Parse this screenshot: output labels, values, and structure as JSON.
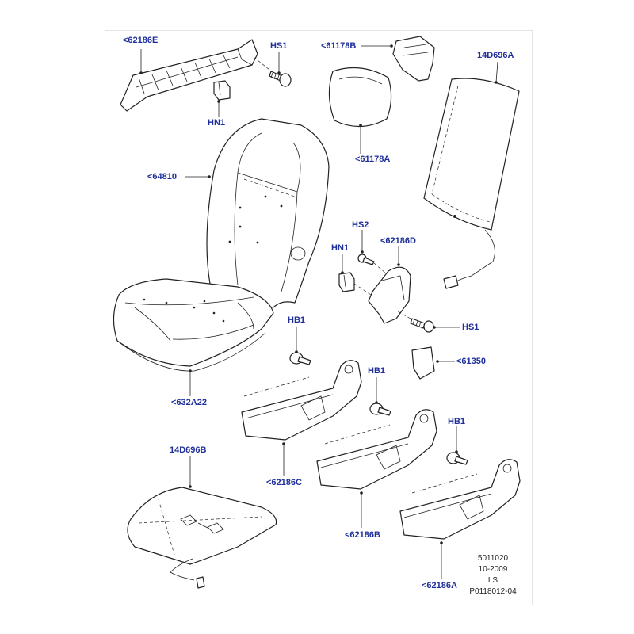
{
  "labels": {
    "l62186E": "<62186E",
    "lHS1a": "HS1",
    "lHN1a": "HN1",
    "l61178B": "<61178B",
    "l61178A": "<61178A",
    "l14D696A": "14D696A",
    "l64810": "<64810",
    "lHS2": "HS2",
    "lHN1b": "HN1",
    "l62186D": "<62186D",
    "lHS1b": "HS1",
    "lHB1a": "HB1",
    "l61350": "<61350",
    "l632A22": "<632A22",
    "lHB1b": "HB1",
    "lHB1c": "HB1",
    "l14D696B": "14D696B",
    "l62186C": "<62186C",
    "l62186B": "<62186B",
    "l62186A": "<62186A"
  },
  "reference": {
    "line1": "5011020",
    "line2": "10-2009",
    "line3": "LS",
    "line4": "P0118012-04"
  },
  "colors": {
    "label": "#1f2f9a",
    "line": "#222222"
  }
}
